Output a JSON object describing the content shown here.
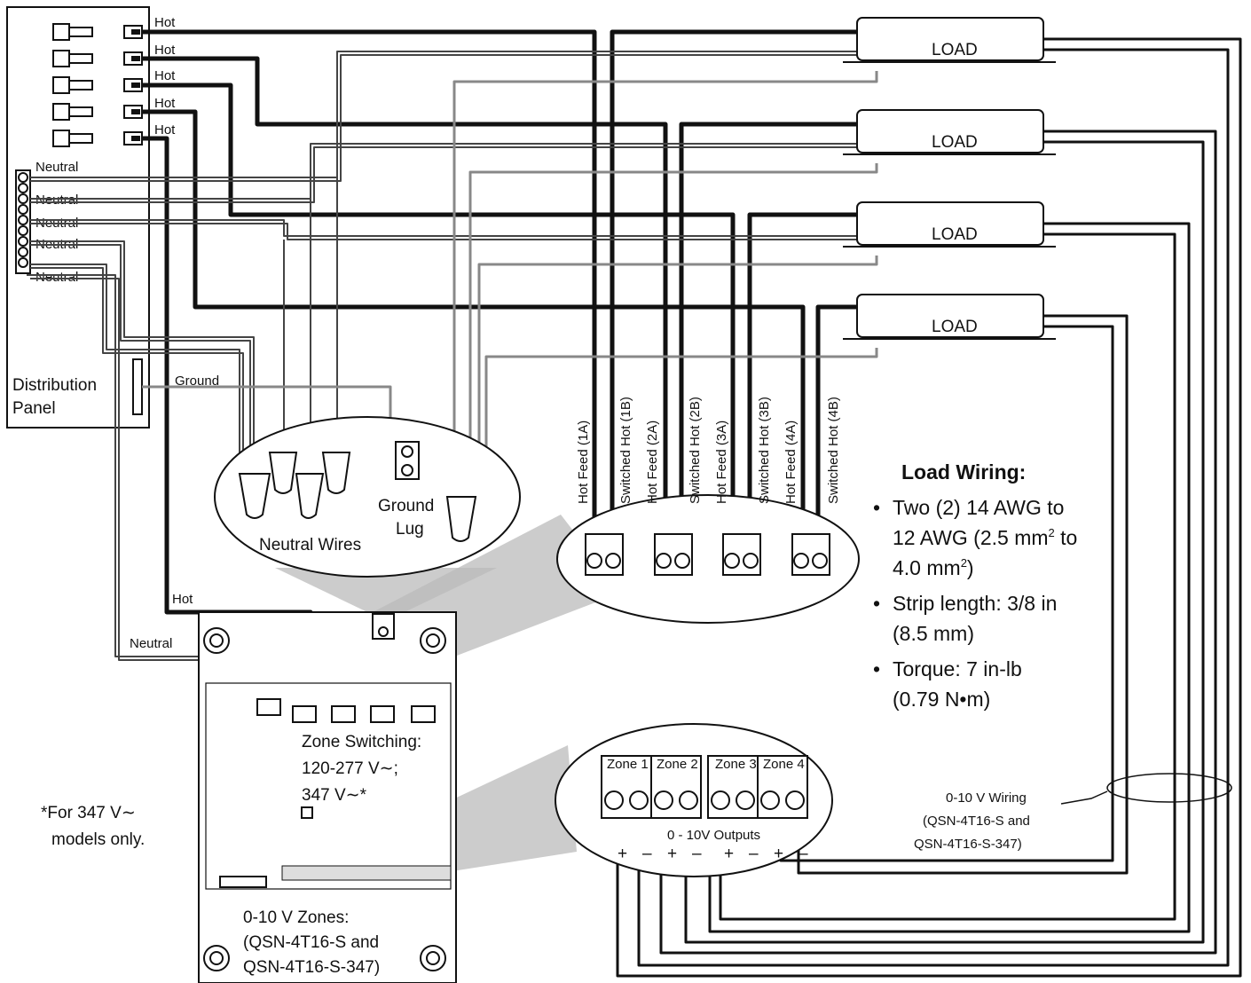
{
  "panel": {
    "title": "Distribution\nPanel",
    "title_line1": "Distribution",
    "title_line2": "Panel",
    "hot_labels": [
      "Hot",
      "Hot",
      "Hot",
      "Hot",
      "Hot"
    ],
    "neutral_labels": [
      "Neutral",
      "Neutral",
      "Neutral",
      "Neutral",
      "Neutral"
    ],
    "ground_label": "Ground"
  },
  "loads": [
    "LOAD",
    "LOAD",
    "LOAD",
    "LOAD"
  ],
  "callouts": {
    "neutral_wires": "Neutral Wires",
    "ground_lug_line1": "Ground",
    "ground_lug_line2": "Lug"
  },
  "terminals": [
    "Hot Feed (1A)",
    "Switched Hot (1B)",
    "Hot Feed (2A)",
    "Switched Hot (2B)",
    "Hot Feed (3A)",
    "Switched Hot (3B)",
    "Hot Feed (4A)",
    "Switched Hot (4B)"
  ],
  "load_wiring": {
    "title": "Load Wiring:",
    "b1_l1": "Two (2) 14 AWG to",
    "b1_l2": "12 AWG (2.5 mm",
    "b1_l2_sup": "2",
    "b1_l2_tail": " to",
    "b1_l3": "4.0 mm",
    "b1_l3_sup": "2",
    "b1_l3_tail": ")",
    "b2_l1": "Strip length: 3/8 in",
    "b2_l2": "(8.5 mm)",
    "b3_l1": "Torque: 7 in-lb",
    "b3_l2": "(0.79 N•m)",
    "bullet": "•"
  },
  "device": {
    "hot_label": "Hot",
    "neutral_label": "Neutral",
    "zone_switching_l1": "Zone Switching:",
    "zone_switching_l2": "120-277 V∼;",
    "zone_switching_l3": "347 V∼*",
    "zones010_l1": "0-10 V Zones:",
    "zones010_l2": "(QSN-4T16-S and",
    "zones010_l3": "QSN-4T16-S-347)"
  },
  "footnote": {
    "l1": "*For 347 V∼",
    "l2": "models only."
  },
  "outputs": {
    "zones": [
      "Zone 1",
      "Zone 2",
      "Zone 3",
      "Zone 4"
    ],
    "strip_label": "0 - 10V Outputs",
    "polarity": [
      "+",
      "–",
      "+",
      "–",
      "+",
      "–",
      "+",
      "–"
    ]
  },
  "wiring010": {
    "l1": "0-10 V Wiring",
    "l2": "(QSN-4T16-S and",
    "l3": "QSN-4T16-S-347)"
  }
}
